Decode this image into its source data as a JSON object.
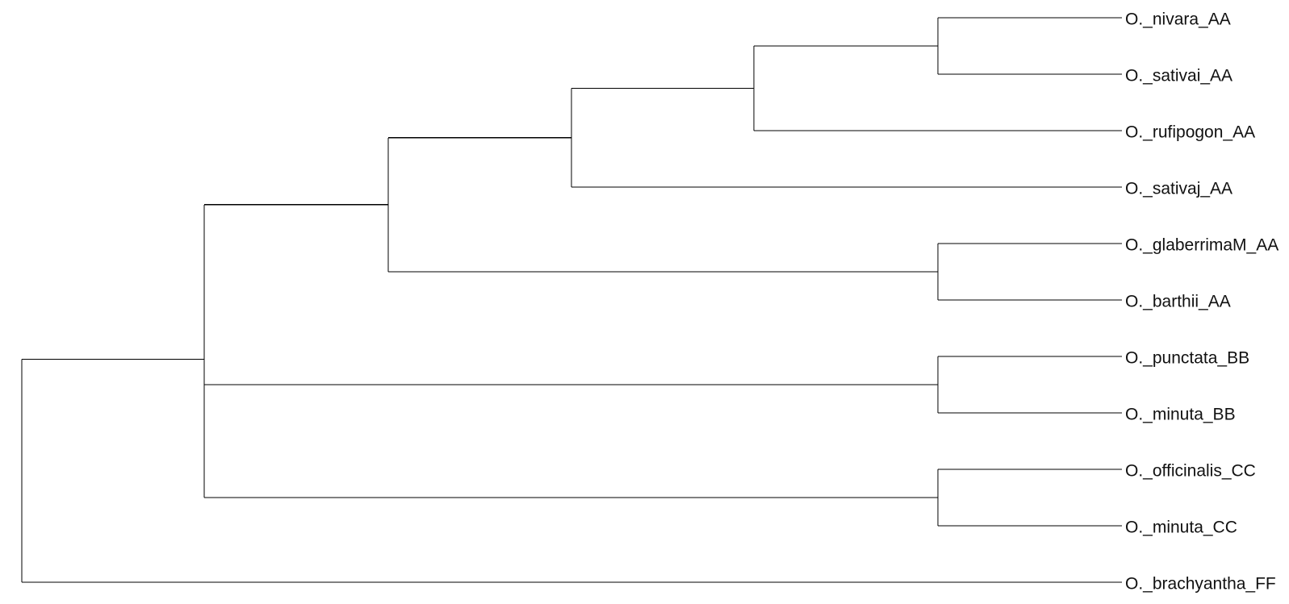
{
  "tree": {
    "leaves": [
      {
        "label": "O._nivara_AA"
      },
      {
        "label": "O._sativai_AA"
      },
      {
        "label": "O._rufipogon_AA"
      },
      {
        "label": "O._sativaj_AA"
      },
      {
        "label": "O._glaberrimaM_AA"
      },
      {
        "label": "O._barthii_AA"
      },
      {
        "label": "O._punctata_BB"
      },
      {
        "label": "O._minuta_BB"
      },
      {
        "label": "O._officinalis_CC"
      },
      {
        "label": "O._minuta_CC"
      },
      {
        "label": "O._brachyantha_FF"
      }
    ],
    "newick": "((((((O._nivara_AA,O._sativai_AA),O._rufipogon_AA),O._sativaj_AA),(O._glaberrimaM_AA,O._barthii_AA)),(O._punctata_BB,O._minuta_BB),(O._officinalis_CC,O._minuta_CC)),O._brachyantha_FF)",
    "colors": {
      "branch": "#000000",
      "label": "#111111",
      "background": "#ffffff"
    }
  }
}
